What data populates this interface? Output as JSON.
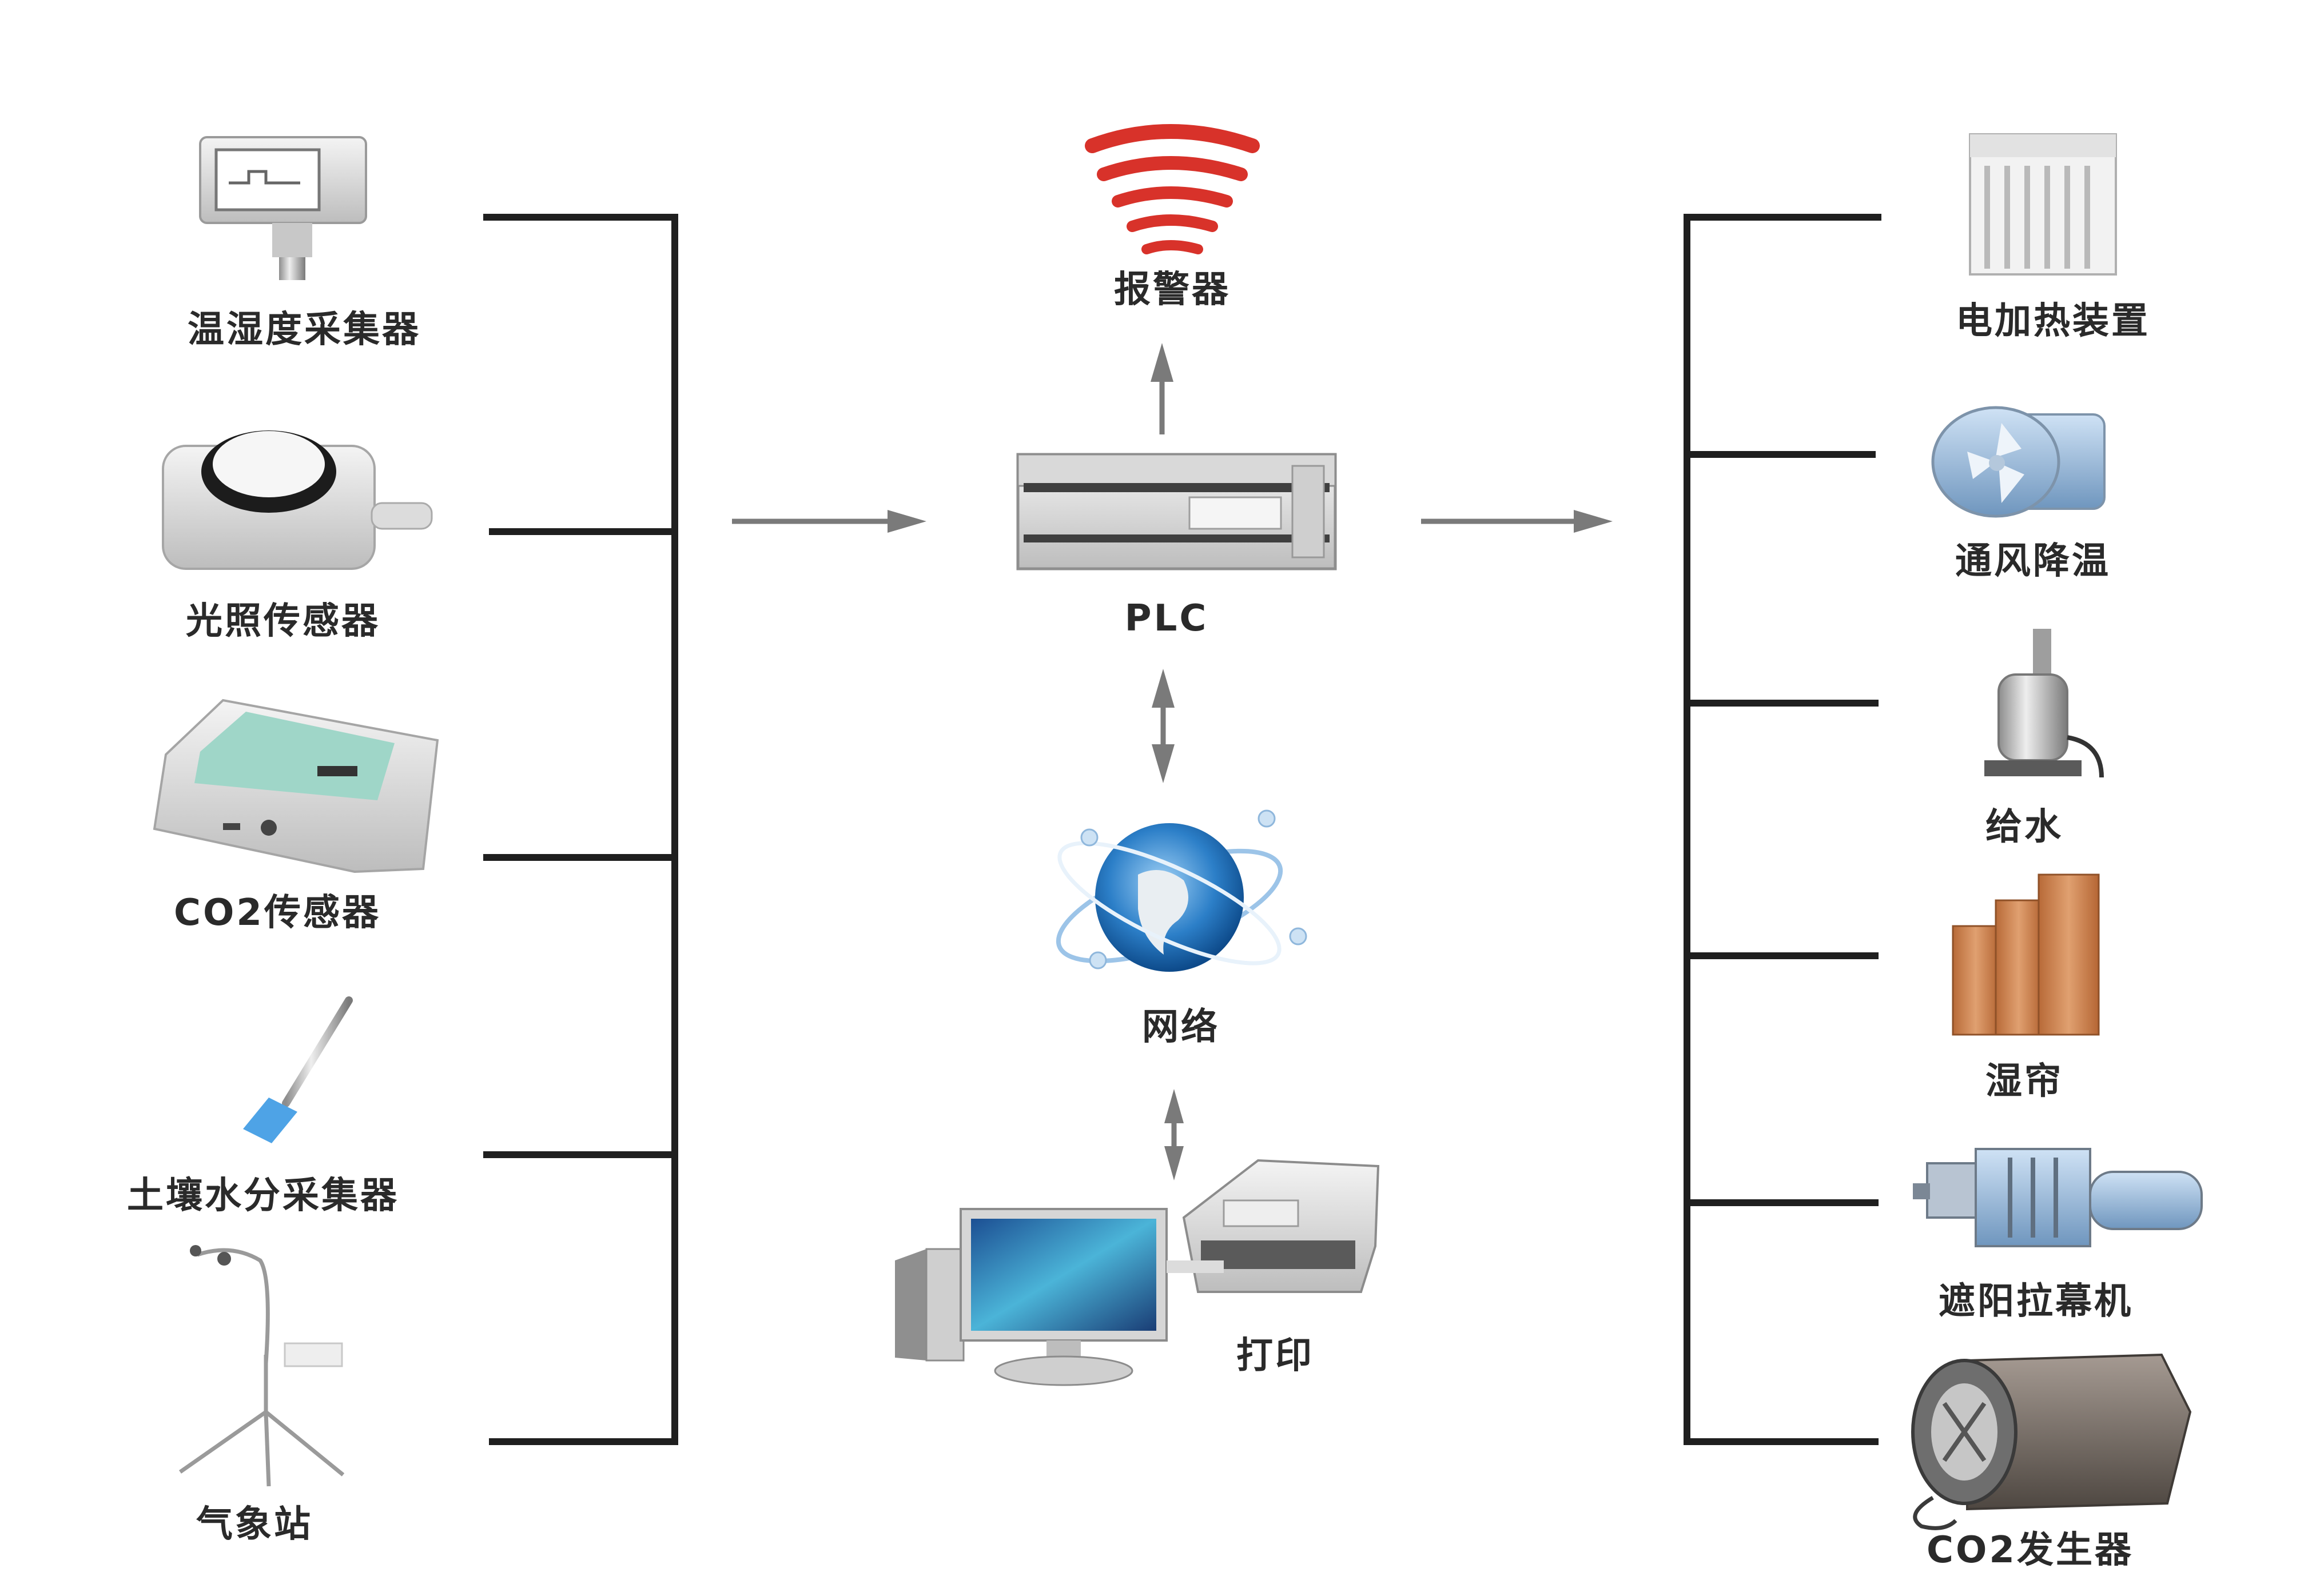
{
  "colors": {
    "line": "#1f1f1f",
    "arrow": "#7a7a7a",
    "alarm_red": "#d8322a",
    "label": "#2a2a2a"
  },
  "sensors": [
    {
      "label": "温湿度采集器",
      "icon": "temperature-humidity-collector-icon"
    },
    {
      "label": "光照传感器",
      "icon": "light-sensor-icon"
    },
    {
      "label": "CO2传感器",
      "icon": "co2-sensor-icon"
    },
    {
      "label": "土壤水分采集器",
      "icon": "soil-moisture-probe-icon"
    },
    {
      "label": "气象站",
      "icon": "weather-station-icon"
    }
  ],
  "center": {
    "alarm": {
      "label": "报警器",
      "icon": "alarm-signal-icon"
    },
    "plc": {
      "label": "PLC",
      "icon": "plc-controller-icon"
    },
    "network": {
      "label": "网络",
      "icon": "globe-network-icon"
    },
    "print": {
      "label": "打印",
      "icon": "computer-printer-icon"
    }
  },
  "actuators": [
    {
      "label": "电加热装置",
      "icon": "electric-heater-icon"
    },
    {
      "label": "通风降温",
      "icon": "ventilation-fan-icon"
    },
    {
      "label": "给水",
      "icon": "water-pump-icon"
    },
    {
      "label": "湿帘",
      "icon": "wet-curtain-icon"
    },
    {
      "label": "遮阳拉幕机",
      "icon": "shade-motor-icon"
    },
    {
      "label": "CO2发生器",
      "icon": "co2-generator-icon"
    }
  ]
}
